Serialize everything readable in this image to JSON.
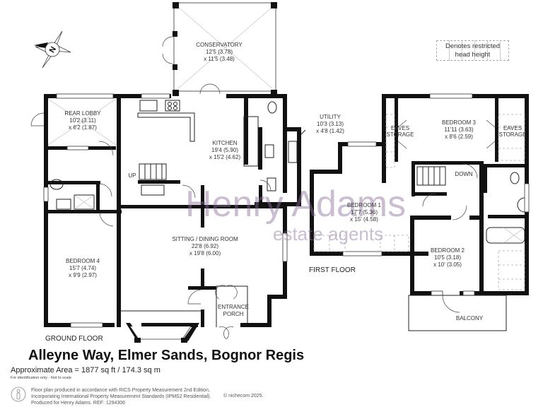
{
  "property": {
    "title": "Alleyne Way, Elmer Sands, Bognor Regis",
    "approximate_area": "Approximate Area = 1877 sq ft / 174.3 sq m",
    "identification_note": "For identification only - Not to scale"
  },
  "legend": {
    "line1": "Denotes restricted",
    "line2": "head height"
  },
  "compass": {
    "label": "N",
    "icon": "north-compass-icon"
  },
  "watermark": {
    "line1": "Henry Adams",
    "line2": "estate agents",
    "color": "#8b6f9c"
  },
  "floors": [
    {
      "label": "GROUND FLOOR",
      "rooms": [
        {
          "name": "CONSERVATORY",
          "dim1": "12'5 (3.78)",
          "dim2": "x 11'5 (3.48)"
        },
        {
          "name": "REAR LOBBY",
          "dim1": "10'2 (3.11)",
          "dim2": "x 6'2 (1.87)"
        },
        {
          "name": "KITCHEN",
          "dim1": "19'4 (5.90)",
          "dim2": "x 15'2 (4.62)"
        },
        {
          "name": "UTILITY",
          "dim1": "10'3 (3.13)",
          "dim2": "x 4'8 (1.42)"
        },
        {
          "name": "SITTING / DINING ROOM",
          "dim1": "22'8 (6.92)",
          "dim2": "x 19'8 (6.00)"
        },
        {
          "name": "BEDROOM 4",
          "dim1": "15'7 (4.74)",
          "dim2": "x 9'9 (2.97)"
        },
        {
          "name": "ENTRANCE",
          "dim1": "PORCH",
          "dim2": ""
        }
      ],
      "stair_label": "UP"
    },
    {
      "label": "FIRST FLOOR",
      "rooms": [
        {
          "name": "BEDROOM 3",
          "dim1": "11'11 (3.63)",
          "dim2": "x 8'6 (2.59)"
        },
        {
          "name": "EAVES",
          "dim1": "STORAGE",
          "dim2": ""
        },
        {
          "name": "EAVES",
          "dim1": "STORAGE",
          "dim2": ""
        },
        {
          "name": "BEDROOM 1",
          "dim1": "17'7 (5.36)",
          "dim2": "x 15' (4.58)"
        },
        {
          "name": "BEDROOM 2",
          "dim1": "10'5 (3.18)",
          "dim2": "x 10' (3.05)"
        },
        {
          "name": "BALCONY",
          "dim1": "",
          "dim2": ""
        }
      ],
      "stair_label": "DOWN"
    }
  ],
  "footer": {
    "disclaimer_line1": "Floor plan produced in accordance with RICS Property Measurement 2nd Edition,",
    "disclaimer_line2": "Incorporating International Property Measurement Standards (IPMS2 Residential).",
    "disclaimer_line3": "Produced for Henry Adams.   REF: 1294306",
    "copyright": "© nichecom 2025."
  }
}
